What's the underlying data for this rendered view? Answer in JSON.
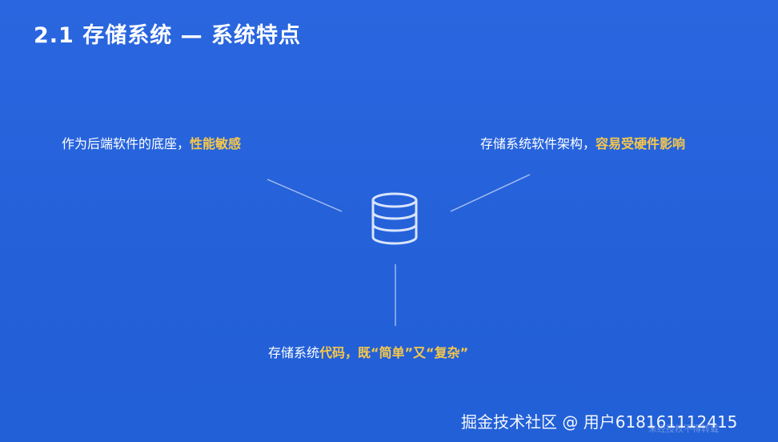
{
  "slide": {
    "title": "2.1 存储系统 — 系统特点",
    "left_feature": {
      "text": "作为后端软件的底座，",
      "highlight": "性能敏感"
    },
    "right_feature": {
      "text": "存储系统软件架构，",
      "highlight": "容易受硬件影响"
    },
    "bottom_feature": {
      "text": "存储系统",
      "highlight": "代码，既“简单”又“复杂”"
    },
    "center_icon": "database-icon"
  },
  "watermark": {
    "text": "掘金技术社区 @ 用户618161112415",
    "faint_text": "未经授权不得转载"
  },
  "colors": {
    "background": "#2563dc",
    "highlight": "#f7c84a",
    "text": "#ffffff"
  }
}
